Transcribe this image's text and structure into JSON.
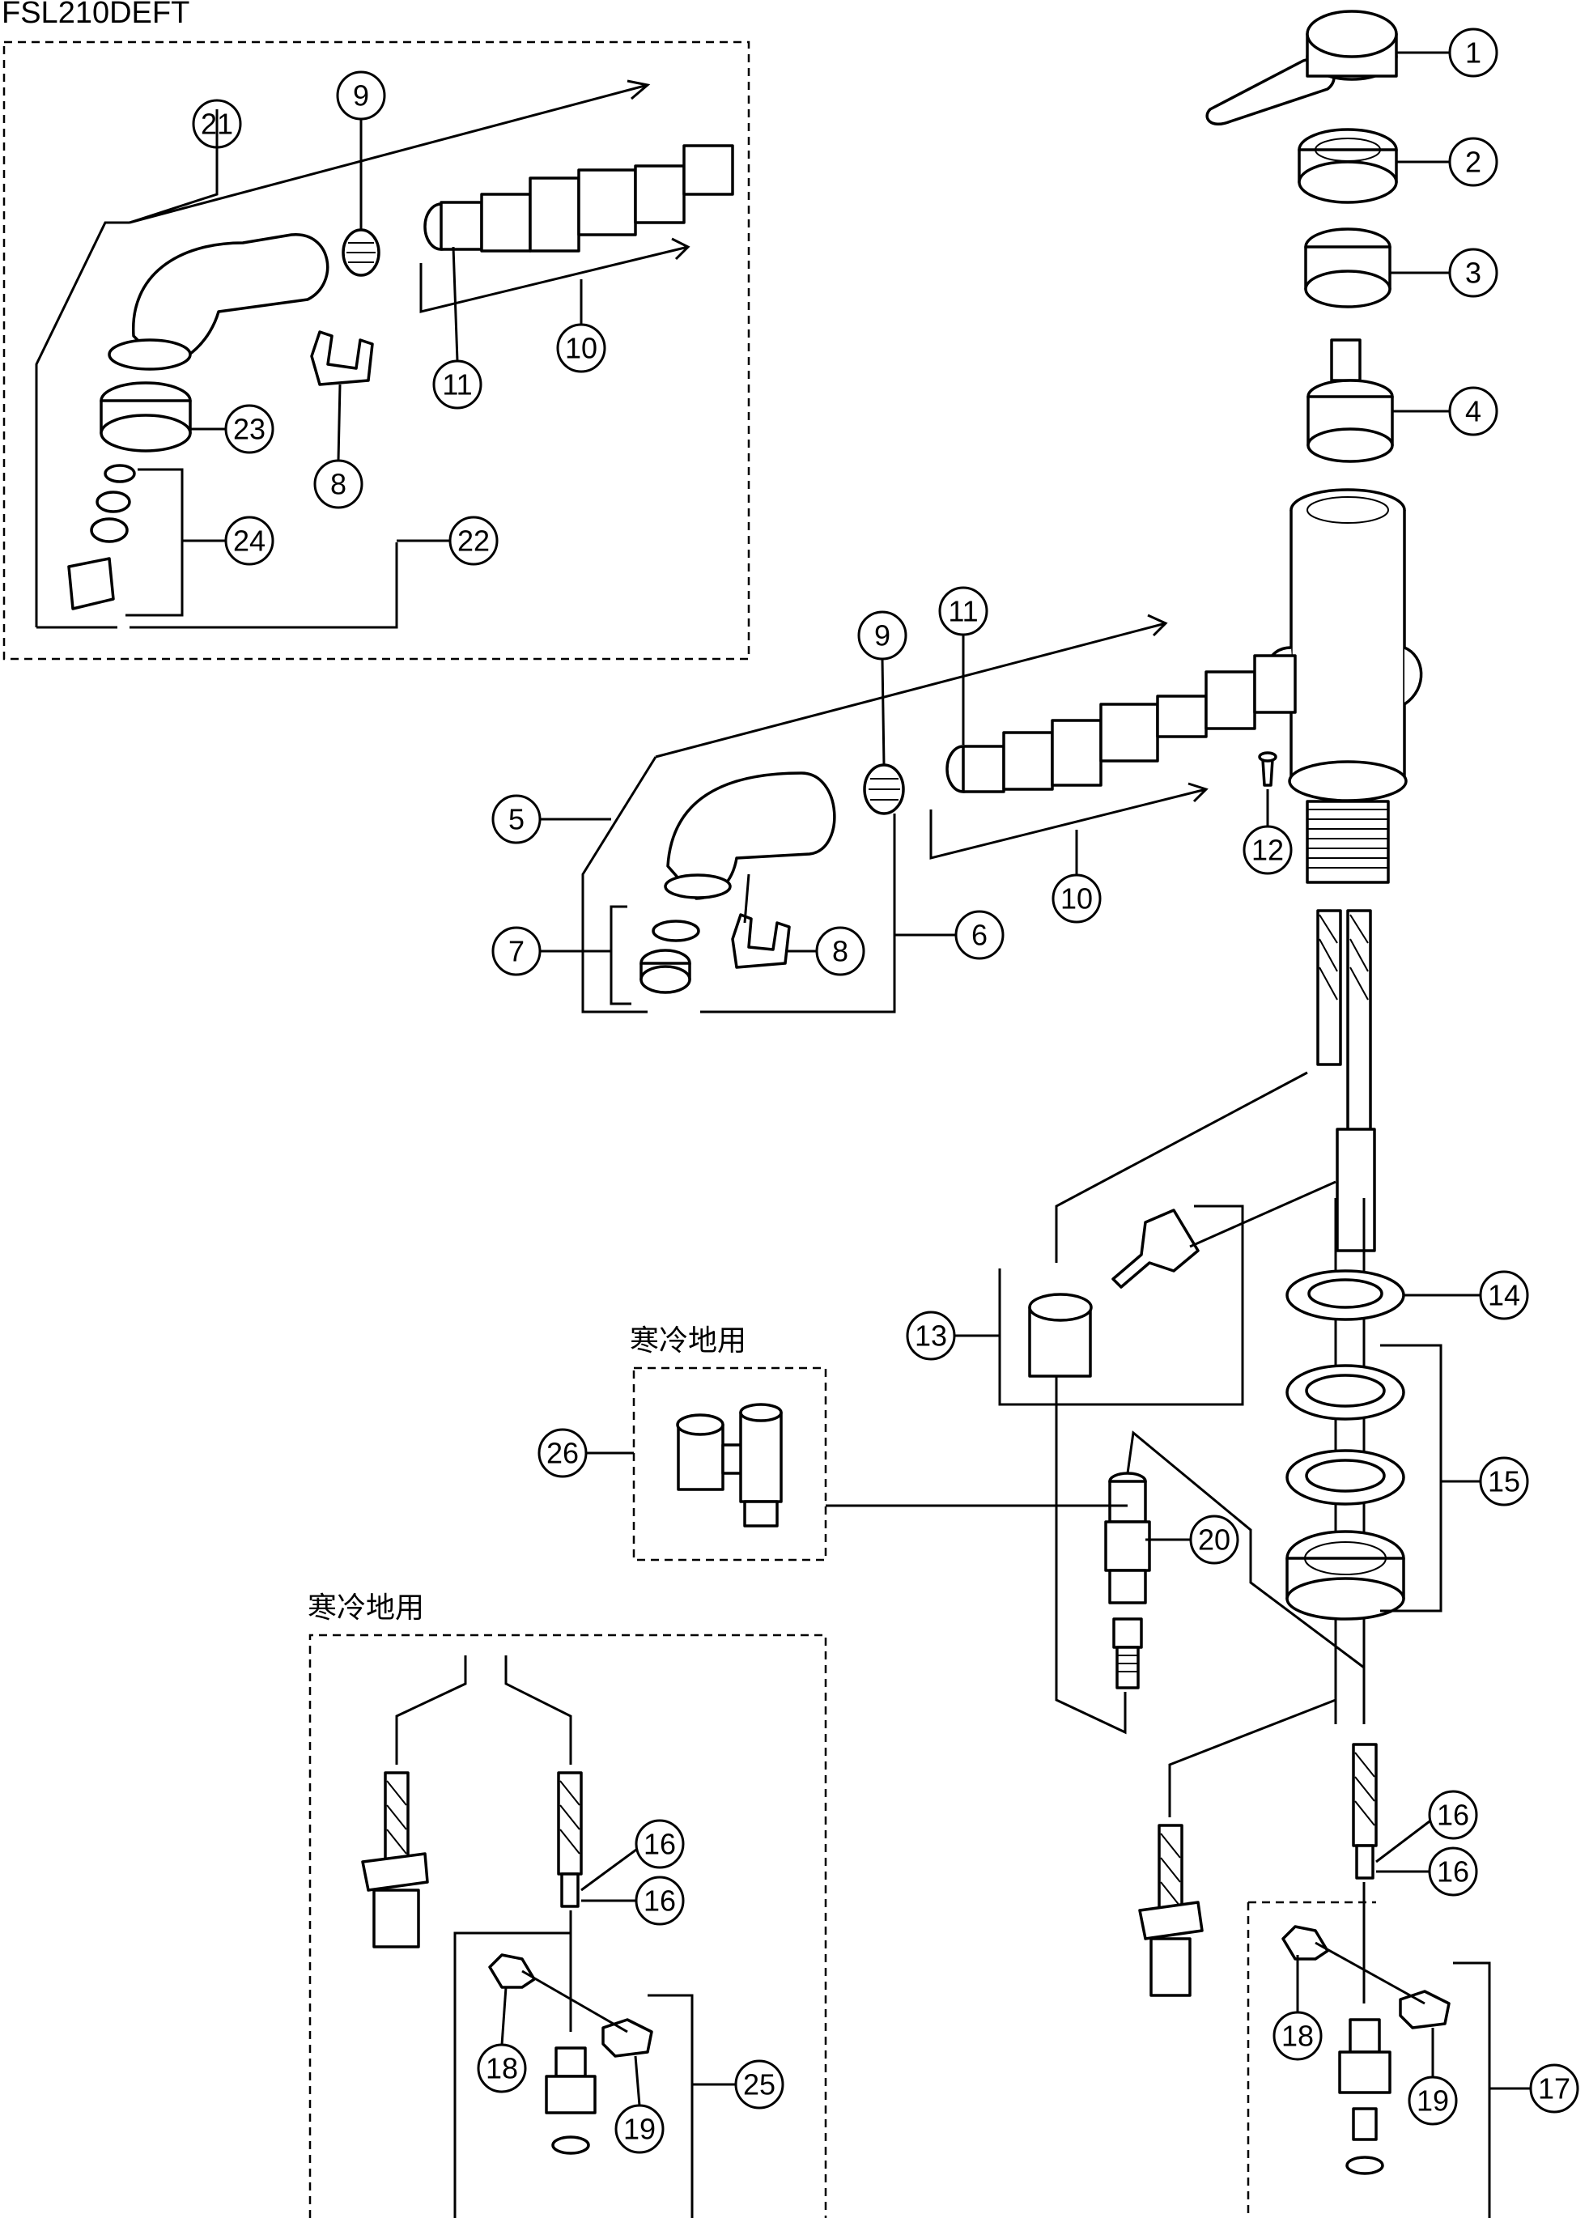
{
  "model_title": "FSL210DEFT",
  "cold_region_label_1": "寒冷地用",
  "cold_region_label_2": "寒冷地用",
  "callouts": {
    "c1": "1",
    "c2": "2",
    "c3": "3",
    "c4": "4",
    "c5": "5",
    "c6": "6",
    "c7": "7",
    "c8_main": "8",
    "c8_inset": "8",
    "c9_main": "9",
    "c9_inset": "9",
    "c10_main": "10",
    "c10_inset": "10",
    "c11_main": "11",
    "c11_inset": "11",
    "c12": "12",
    "c13": "13",
    "c14": "14",
    "c15": "15",
    "c16_a": "16",
    "c16_b": "16",
    "c16_c": "16",
    "c16_d": "16",
    "c17": "17",
    "c18_a": "18",
    "c18_b": "18",
    "c19_a": "19",
    "c19_b": "19",
    "c20": "20",
    "c21": "21",
    "c22": "22",
    "c23": "23",
    "c24": "24",
    "c25": "25",
    "c26": "26"
  }
}
